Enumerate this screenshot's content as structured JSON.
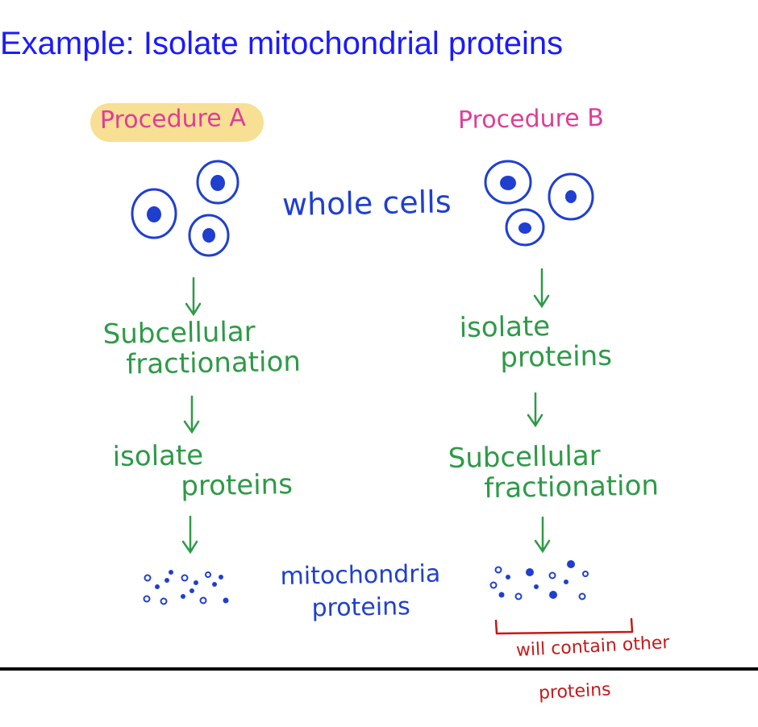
{
  "slide": {
    "title": "Example: Isolate mitochondrial proteins"
  },
  "procedure_a": {
    "label": "Procedure A",
    "step_1": {
      "line_1": "Subcellular",
      "line_2": "fractionation"
    },
    "step_2": {
      "line_1": "isolate",
      "line_2": "proteins"
    }
  },
  "procedure_b": {
    "label": "Procedure B",
    "step_1": {
      "line_1": "isolate",
      "line_2": "proteins"
    },
    "step_2": {
      "line_1": "Subcellular",
      "line_2": "fractionation"
    }
  },
  "center_labels": {
    "whole_cells": "whole cells",
    "result_line_1": "mitochondria",
    "result_line_2": "proteins"
  },
  "annotation": {
    "line_1": "will contain other",
    "line_2": "proteins"
  },
  "colors": {
    "title": "#1a1aff",
    "procedure_label": "#e23c96",
    "highlight": "#f7df94",
    "cells": "#1f3fd0",
    "steps": "#2e9a47",
    "annotation": "#c41a1a"
  }
}
